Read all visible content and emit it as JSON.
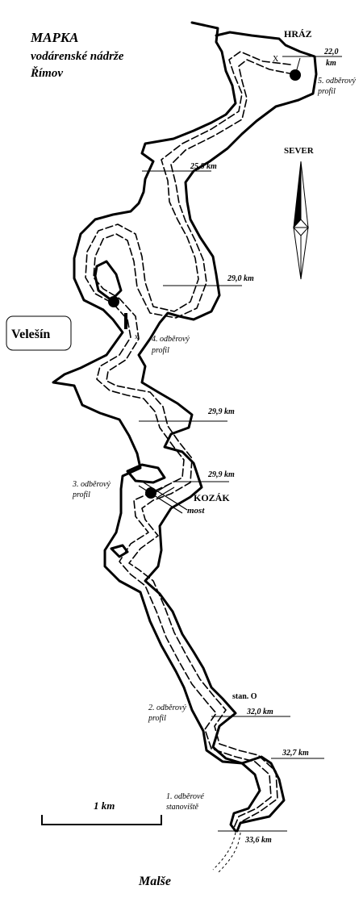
{
  "title": {
    "line1": "MAPKA",
    "line2": "vodárenské nádrže",
    "line3": "Římov"
  },
  "north": "SEVER",
  "towns": {
    "velesin": "Velešín",
    "malse": "Malše"
  },
  "places": {
    "hraz": "HRÁZ",
    "kozak": "KOZÁK",
    "most": "most",
    "stan": "stan. O",
    "dam_x": "X"
  },
  "km_labels": {
    "hraz_num": "22,0",
    "hraz_unit": "km",
    "km_25_8": "25,8 km",
    "km_29_0": "29,0 km",
    "km_29_9a": "29,9 km",
    "km_29_9b": "29,9 km",
    "km_32_0": "32,0 km",
    "km_32_7": "32,7 km",
    "km_33_6": "33,6 km"
  },
  "profiles": {
    "p5_l1": "5. odběrový",
    "p5_l2": "profil",
    "p4_l1": "4. odběrový",
    "p4_l2": "profil",
    "p3_l1": "3. odběrový",
    "p3_l2": "profil",
    "p2_l1": "2. odběrový",
    "p2_l2": "profil",
    "p1_l1": "1. odběrové",
    "p1_l2": "stanoviště"
  },
  "scale": "1 km"
}
